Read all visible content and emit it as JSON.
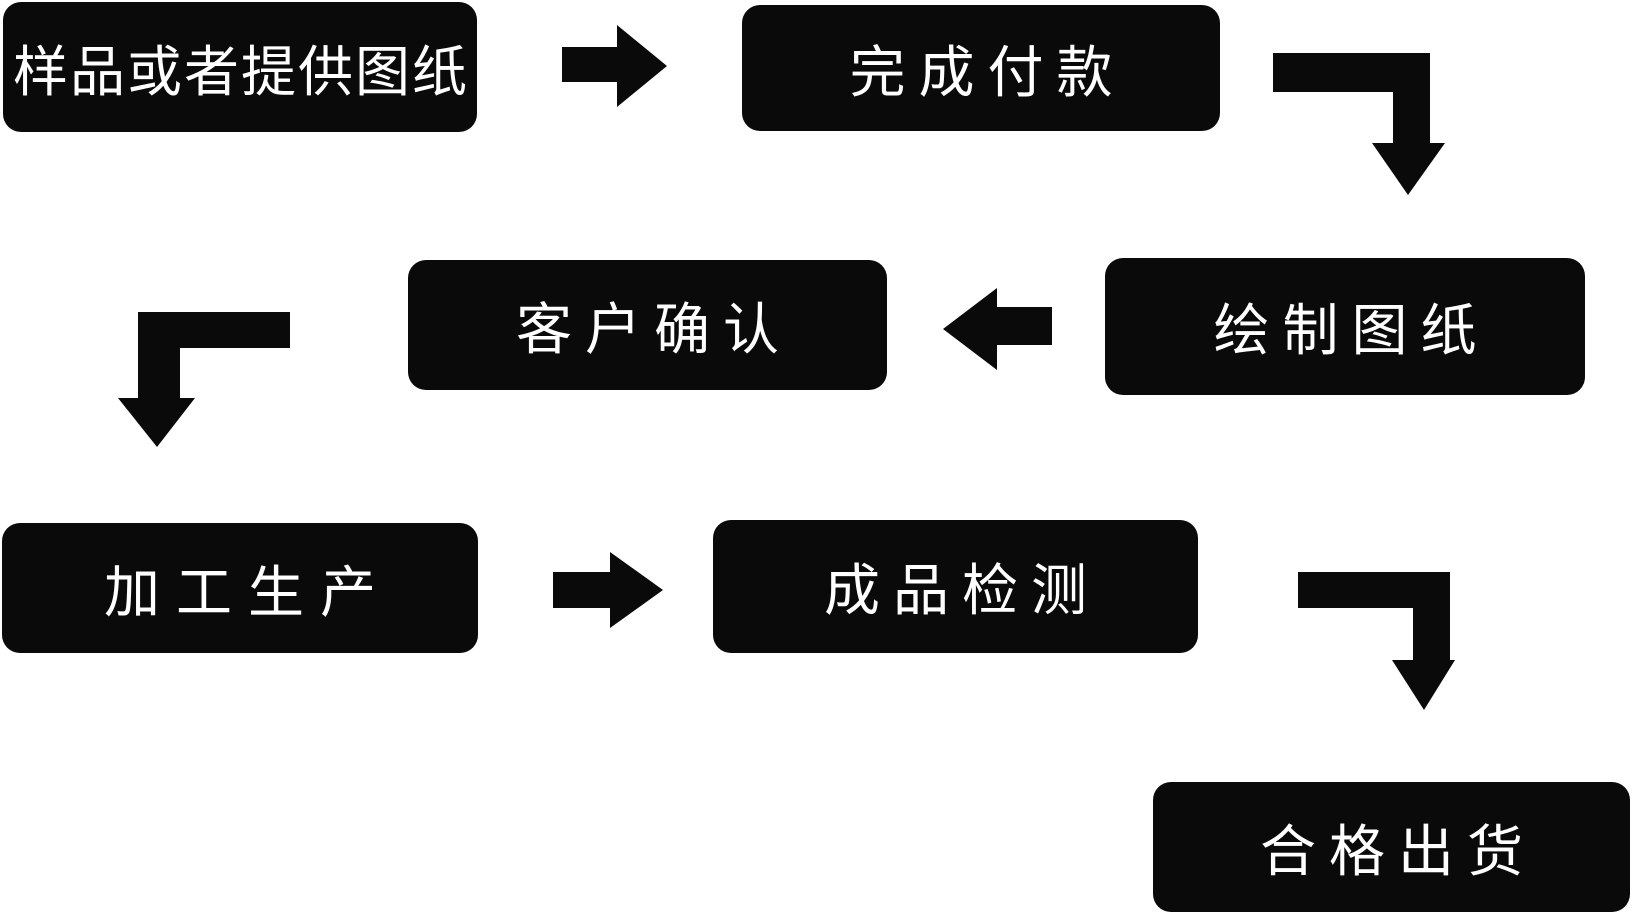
{
  "diagram": {
    "type": "flowchart",
    "background_color": "#ffffff",
    "node_fill_color": "#0a0a0a",
    "node_text_color": "#ffffff",
    "arrow_color": "#0a0a0a",
    "nodes": [
      {
        "id": "sample-or-drawings",
        "label": "样品或者提供图纸"
      },
      {
        "id": "complete-payment",
        "label": "完成付款"
      },
      {
        "id": "draw-drawings",
        "label": "绘制图纸"
      },
      {
        "id": "customer-confirmation",
        "label": "客户确认"
      },
      {
        "id": "processing-production",
        "label": "加工生产"
      },
      {
        "id": "finished-product-inspection",
        "label": "成品检测"
      },
      {
        "id": "qualified-shipment",
        "label": "合格出货"
      }
    ],
    "edges": [
      {
        "from": "样品或者提供图纸",
        "to": "完成付款",
        "arrow": "right"
      },
      {
        "from": "完成付款",
        "to": "绘制图纸",
        "arrow": "elbow-right-down"
      },
      {
        "from": "绘制图纸",
        "to": "客户确认",
        "arrow": "left"
      },
      {
        "from": "客户确认",
        "to": "加工生产",
        "arrow": "elbow-left-down"
      },
      {
        "from": "加工生产",
        "to": "成品检测",
        "arrow": "right"
      },
      {
        "from": "成品检测",
        "to": "合格出货",
        "arrow": "elbow-right-down"
      }
    ]
  }
}
